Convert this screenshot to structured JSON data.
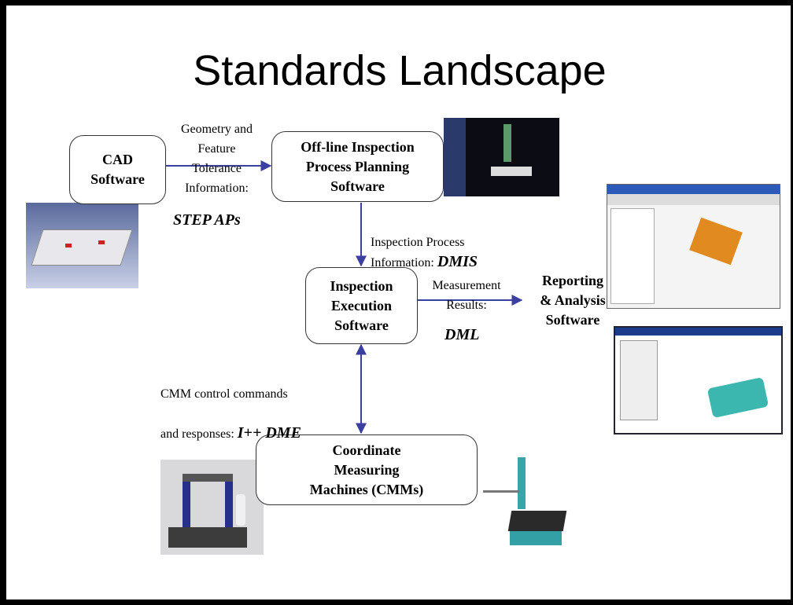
{
  "title": "Standards Landscape",
  "boxes": {
    "cad": "CAD\nSoftware",
    "offline": "Off-line Inspection\nProcess Planning\nSoftware",
    "execution": "Inspection\nExecution\nSoftware",
    "cmm": "Coordinate\nMeasuring\nMachines (CMMs)"
  },
  "reporting": "Reporting\n& Analysis\nSoftware",
  "labels": {
    "geometry": "Geometry and\nFeature\nTolerance\nInformation:",
    "geometry_std": "STEP APs",
    "inspection_prefix": "Inspection Process\nInformation: ",
    "inspection_std": "DMIS",
    "measurement": "Measurement\nResults:",
    "measurement_std": "DML",
    "cmm_control_line1": "CMM control commands",
    "cmm_control_prefix": "and responses: ",
    "cmm_control_std": "I++ DME"
  },
  "colors": {
    "arrow": "#3a3fa0",
    "box_border": "#333333"
  }
}
